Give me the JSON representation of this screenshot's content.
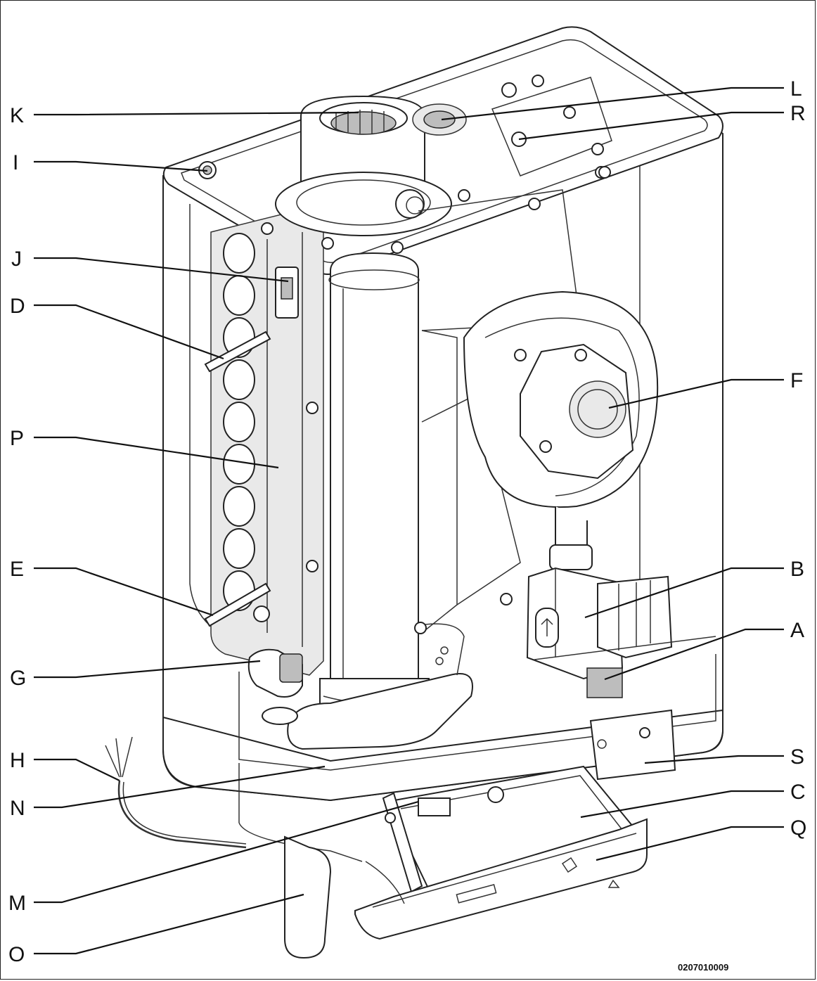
{
  "figure": {
    "drawing_number": "0207010009"
  },
  "callouts": [
    {
      "id": "K",
      "label": "K"
    },
    {
      "id": "I",
      "label": "I"
    },
    {
      "id": "J",
      "label": "J"
    },
    {
      "id": "D",
      "label": "D"
    },
    {
      "id": "P",
      "label": "P"
    },
    {
      "id": "E",
      "label": "E"
    },
    {
      "id": "G",
      "label": "G"
    },
    {
      "id": "H",
      "label": "H"
    },
    {
      "id": "N",
      "label": "N"
    },
    {
      "id": "M",
      "label": "M"
    },
    {
      "id": "O",
      "label": "O"
    },
    {
      "id": "L",
      "label": "L"
    },
    {
      "id": "R",
      "label": "R"
    },
    {
      "id": "F",
      "label": "F"
    },
    {
      "id": "B",
      "label": "B"
    },
    {
      "id": "A",
      "label": "A"
    },
    {
      "id": "S",
      "label": "S"
    },
    {
      "id": "C",
      "label": "C"
    },
    {
      "id": "Q",
      "label": "Q"
    }
  ]
}
